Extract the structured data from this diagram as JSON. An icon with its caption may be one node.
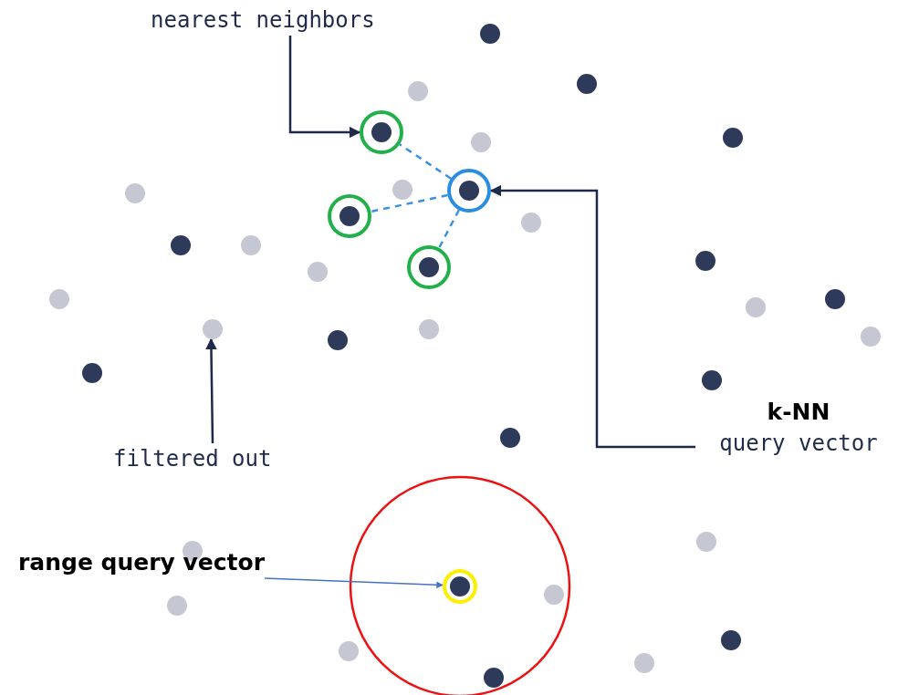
{
  "diagram": {
    "nodes": [
      {
        "text": [
          "nearest neighbors"
        ]
      },
      {
        "text": [],
        "shape": "circle"
      },
      {
        "text": [],
        "shape": "circle"
      },
      {
        "text": [],
        "shape": "circle"
      },
      {
        "text": [],
        "shape": "circle"
      },
      {
        "text": [
          "k-NN",
          "query vector"
        ]
      },
      {
        "text": [
          "filtered out"
        ]
      },
      {
        "text": [],
        "shape": "circle"
      },
      {
        "text": [
          "range query vector"
        ]
      },
      {
        "text": [],
        "shape": "circle"
      }
    ],
    "edges": [
      {
        "from": 0,
        "to": 1,
        "arrow": "to"
      },
      {
        "from": 5,
        "to": 2,
        "arrow": "to"
      },
      {
        "from": 6,
        "to": 7,
        "arrow": "to"
      },
      {
        "from": 8,
        "to": 9,
        "arrow": "to",
        "color": "#4472c4"
      },
      {
        "from": 2,
        "to": 1,
        "arrow": "none",
        "style": "dashed",
        "color": "#3a8fe0"
      },
      {
        "from": 2,
        "to": 3,
        "arrow": "none",
        "style": "dashed",
        "color": "#3a8fe0"
      },
      {
        "from": 2,
        "to": 4,
        "arrow": "none",
        "style": "dashed",
        "color": "#3a8fe0"
      }
    ]
  }
}
